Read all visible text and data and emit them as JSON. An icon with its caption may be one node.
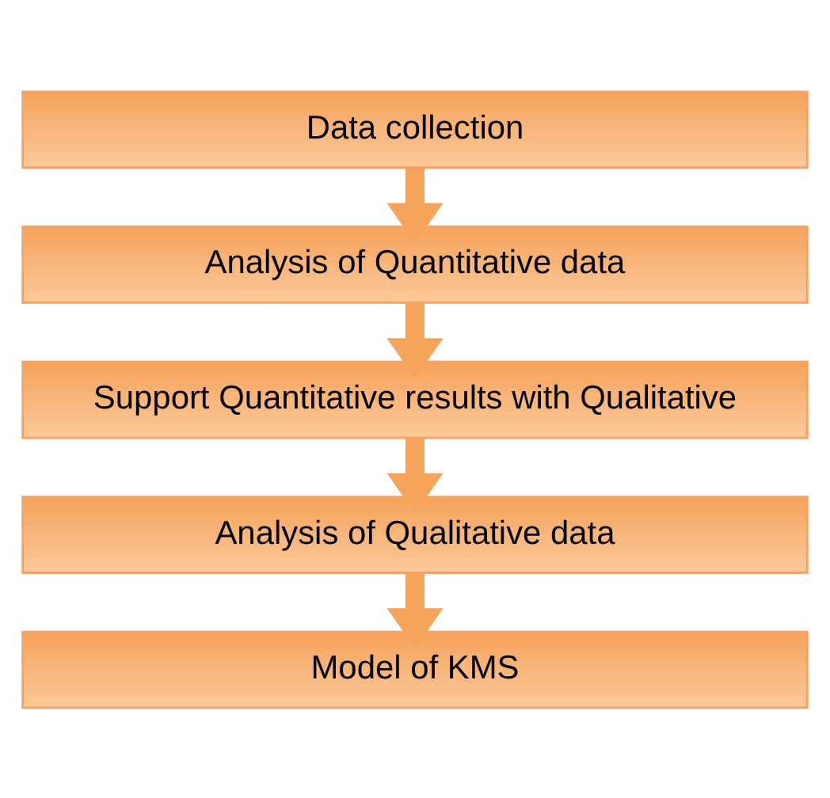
{
  "diagram": {
    "nodes": [
      {
        "text": [
          "Data collection"
        ]
      },
      {
        "text": [
          "Analysis of Quantitative data"
        ]
      },
      {
        "text": [
          "Support Quantitative results with Qualitative"
        ]
      },
      {
        "text": [
          "Analysis of Qualitative data"
        ]
      },
      {
        "text": [
          "Model of KMS"
        ]
      }
    ],
    "edges": [
      {
        "from": 0,
        "to": 1,
        "arrow": "to"
      },
      {
        "from": 1,
        "to": 2,
        "arrow": "to"
      },
      {
        "from": 2,
        "to": 3,
        "arrow": "to"
      },
      {
        "from": 3,
        "to": 4,
        "arrow": "to"
      }
    ]
  }
}
